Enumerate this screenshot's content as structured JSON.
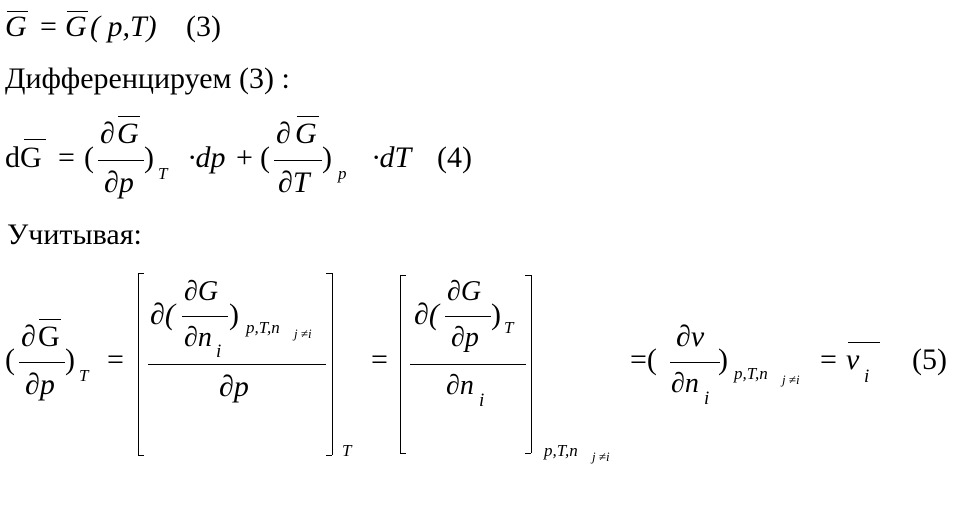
{
  "line1": {
    "lhs_symbol": "G",
    "equals": "=",
    "rhs_symbol": "G",
    "args": "( p,T)",
    "eq_number": "(3)"
  },
  "line2": {
    "text": "Дифференцируем (3) :"
  },
  "line3": {
    "lhs": "dG",
    "equals": "=",
    "open_paren_1": "(",
    "partial_1": "∂",
    "num_symbol_1": "G",
    "den_1": "∂p",
    "close_paren_1": ")",
    "sub_1": "T",
    "dp_term": "·dp",
    "plus": "+",
    "open_paren_2": "(",
    "partial_2": "∂",
    "num_symbol_2": "G",
    "den_2": "∂T",
    "close_paren_2": ")",
    "sub_2": "p",
    "dt_term": "·dT",
    "eq_number": "(4)"
  },
  "line4": {
    "text": "Учитывая:"
  },
  "line5": {
    "lhs_open": "(",
    "lhs_partial": "∂",
    "lhs_num_symbol": "G",
    "lhs_den": "∂p",
    "lhs_close": ")",
    "lhs_sub": "T",
    "eq1": "=",
    "b1_inner_partial_open": "∂(",
    "b1_inner_num": "∂G",
    "b1_inner_den_partial": "∂n",
    "b1_inner_den_sub": "i",
    "b1_inner_close": ")",
    "b1_inner_sub": "p,T,n",
    "b1_inner_sub_sub": "j ≠i",
    "b1_den": "∂p",
    "b1_sub": "T",
    "eq2": "=",
    "b2_inner_partial_open": "∂(",
    "b2_inner_num": "∂G",
    "b2_inner_den": "∂p",
    "b2_inner_close": ")",
    "b2_inner_sub": "T",
    "b2_den_partial": "∂n",
    "b2_den_sub": "i",
    "b2_sub": "p,T,n",
    "b2_sub_sub": "j ≠i",
    "eq3": "=(",
    "r_num": "∂ν",
    "r_den_partial": "∂n",
    "r_den_sub": "i",
    "r_close": ")",
    "r_sub": "p,T,n",
    "r_sub_sub": "j ≠i",
    "eq4": "=",
    "result_symbol": "ν",
    "result_sub": "i",
    "eq_number": "(5)"
  }
}
